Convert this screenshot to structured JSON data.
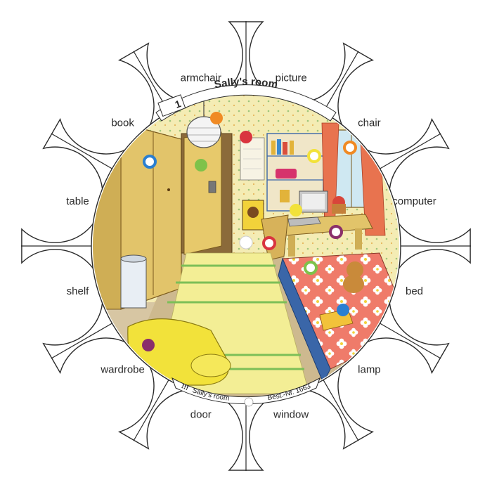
{
  "title": "Sally's room",
  "page_number": "1",
  "footer": {
    "logo": "!!!",
    "name": "Sally's room",
    "order_number": "Best.-Nr. 1663"
  },
  "words": [
    "picture",
    "chair",
    "computer",
    "bed",
    "lamp",
    "window",
    "door",
    "wardrobe",
    "shelf",
    "table",
    "book",
    "armchair"
  ],
  "marker_colors": {
    "orange": "#f08a24",
    "red": "#d9343f",
    "blue": "#2a7fd1",
    "green": "#7ec24a",
    "yellow": "#f2e23a",
    "purple": "#8a2f6b",
    "white": "#ffffff"
  },
  "colors": {
    "card_outline": "#2a2a2a",
    "wall": "#f4ecb4",
    "wood": "#e7c96b",
    "bedspread": "#ef7b6a",
    "carpet": "#f3ee95",
    "carpet_stripe": "#7cbf57",
    "floor": "#d7c6a3"
  }
}
